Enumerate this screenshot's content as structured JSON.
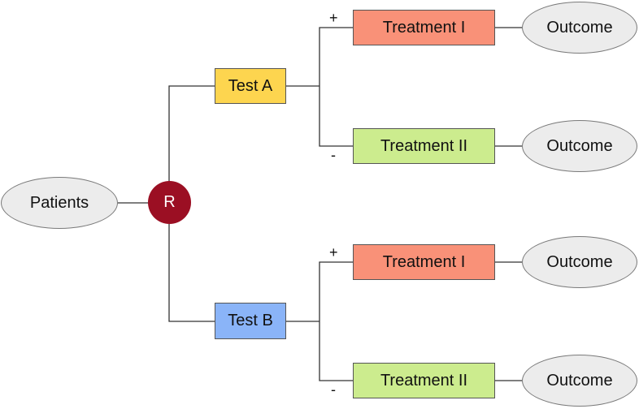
{
  "diagram": {
    "patients": "Patients",
    "randomize": "R",
    "test_a": "Test A",
    "test_b": "Test B",
    "a_plus_sign": "+",
    "a_minus_sign": "-",
    "b_plus_sign": "+",
    "b_minus_sign": "-",
    "a_plus_treatment": "Treatment I",
    "a_minus_treatment": "Treatment II",
    "b_plus_treatment": "Treatment I",
    "b_minus_treatment": "Treatment II",
    "a_plus_outcome": "Outcome",
    "a_minus_outcome": "Outcome",
    "b_plus_outcome": "Outcome",
    "b_minus_outcome": "Outcome"
  },
  "colors": {
    "randomize_fill": "#9b0f23",
    "test_a_fill": "#fdd54f",
    "test_b_fill": "#8ab4f8",
    "treatment_i_fill": "#f99178",
    "treatment_ii_fill": "#ccec8e",
    "outcome_fill": "#ececec",
    "connector": "#333333"
  }
}
